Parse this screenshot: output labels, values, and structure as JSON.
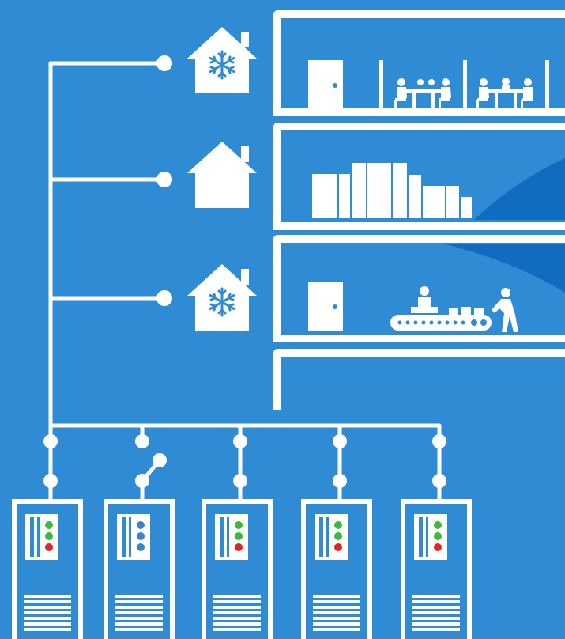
{
  "colors": {
    "background": "#2f8bd3",
    "line": "#ffffff",
    "accent_dark": "#0f6cc0",
    "led_green": "#3cba3c",
    "led_red": "#e52421",
    "led_blue": "#3a84c9"
  },
  "floors": [
    {
      "icon": "snowflake-house-icon",
      "scene": "office-meeting-rooms"
    },
    {
      "icon": "house-icon",
      "scene": "warehouse-boxes"
    },
    {
      "icon": "snowflake-house-icon",
      "scene": "production-conveyor"
    }
  ],
  "units": [
    {
      "switch": "closed",
      "leds": [
        "led_green",
        "led_green",
        "led_red"
      ]
    },
    {
      "switch": "open",
      "leds": [
        "led_blue",
        "led_blue",
        "led_blue"
      ]
    },
    {
      "switch": "closed",
      "leds": [
        "led_green",
        "led_green",
        "led_red"
      ]
    },
    {
      "switch": "closed",
      "leds": [
        "led_green",
        "led_green",
        "led_red"
      ]
    },
    {
      "switch": "closed",
      "leds": [
        "led_green",
        "led_green",
        "led_red"
      ]
    }
  ]
}
